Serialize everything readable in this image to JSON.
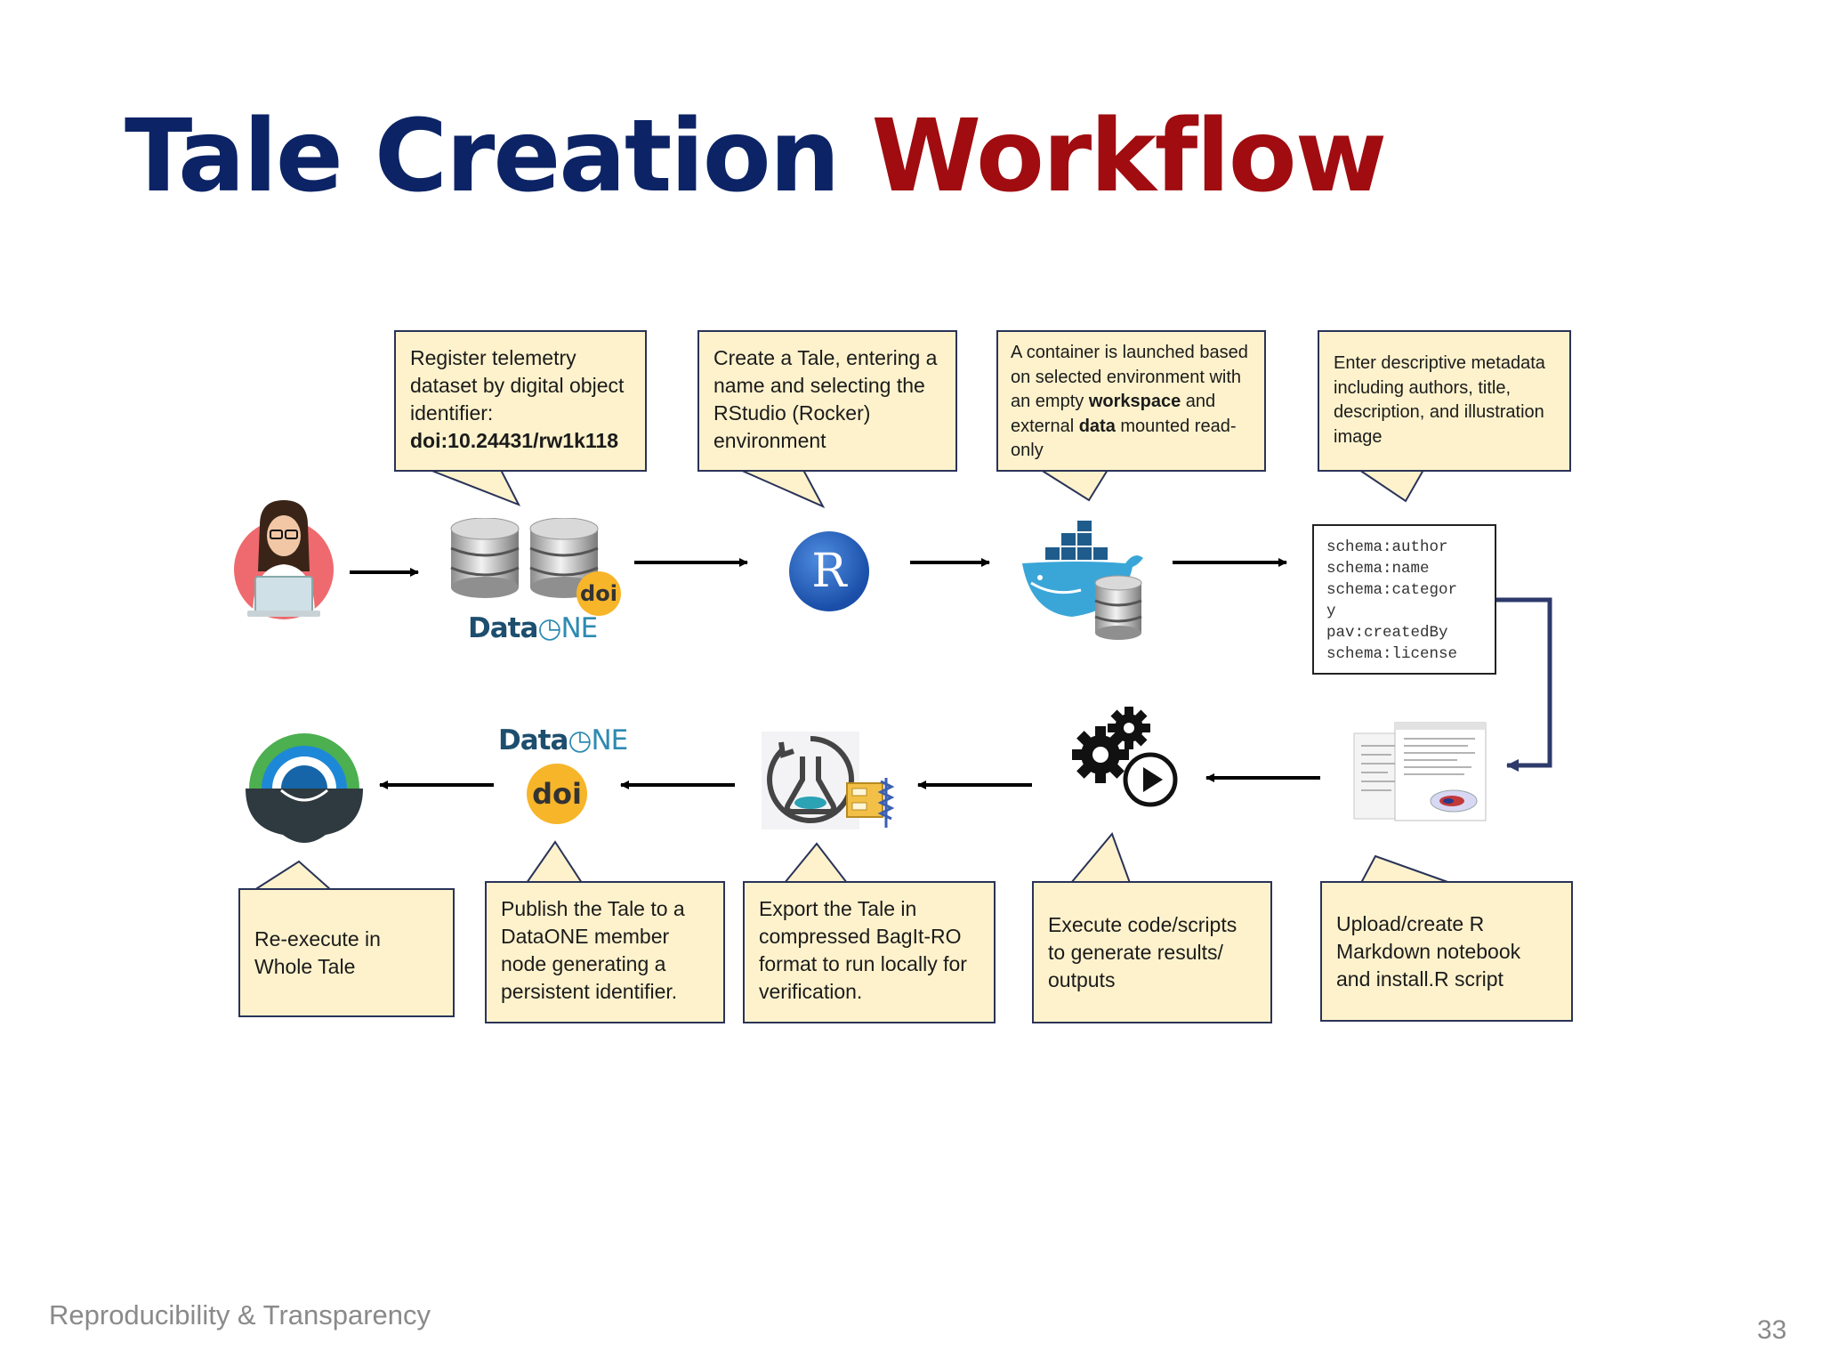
{
  "title": {
    "part1": "Tale Creation",
    "part2": "Workflow"
  },
  "callouts": {
    "register": {
      "text": "Register telemetry dataset by digital object identifier:",
      "doi": "doi:10.24431/rw1k118"
    },
    "create": {
      "text": "Create a Tale, entering a name and selecting the RStudio (Rocker) environment"
    },
    "container": {
      "part1": "A container is launched based on selected environment with an empty ",
      "bold1": "workspace",
      "part2": " and external ",
      "bold2": "data",
      "part3": " mounted read-only"
    },
    "metadata": {
      "text": "Enter descriptive metadata including authors, title, description, and illustration image"
    },
    "reexecute": {
      "text": "Re-execute in Whole Tale"
    },
    "publish": {
      "text": "Publish the Tale to a DataONE member node generating a persistent identifier."
    },
    "export": {
      "text": "Export the Tale in compressed BagIt-RO format to run locally for verification."
    },
    "execute": {
      "text": "Execute code/scripts to generate results/ outputs"
    },
    "upload": {
      "text": "Upload/create R Markdown notebook and install.R script"
    }
  },
  "schema_lines": [
    "schema:author",
    "schema:name",
    "schema:categor",
    "y",
    "pav:createdBy",
    "schema:license"
  ],
  "logos": {
    "dataone_prefix": "Data",
    "dataone_suffix": "NE",
    "doi": "doi",
    "r": "R"
  },
  "icons": {
    "user": "user-with-laptop-icon",
    "database": "database-icon",
    "r_logo": "r-logo-icon",
    "docker": "docker-whale-icon",
    "notebook": "notebook-screenshot-icon",
    "gears": "gears-play-icon",
    "bagit": "bagit-flask-icon",
    "wholetale": "whole-tale-logo-icon"
  },
  "colors": {
    "title_blue": "#0c2466",
    "title_red": "#a00c10",
    "callout_fill": "#fdf2cc",
    "callout_border": "#2a3358",
    "connector": "#2d3a6b"
  },
  "footer": {
    "text": "Reproducibility & Transparency",
    "page": "33"
  }
}
